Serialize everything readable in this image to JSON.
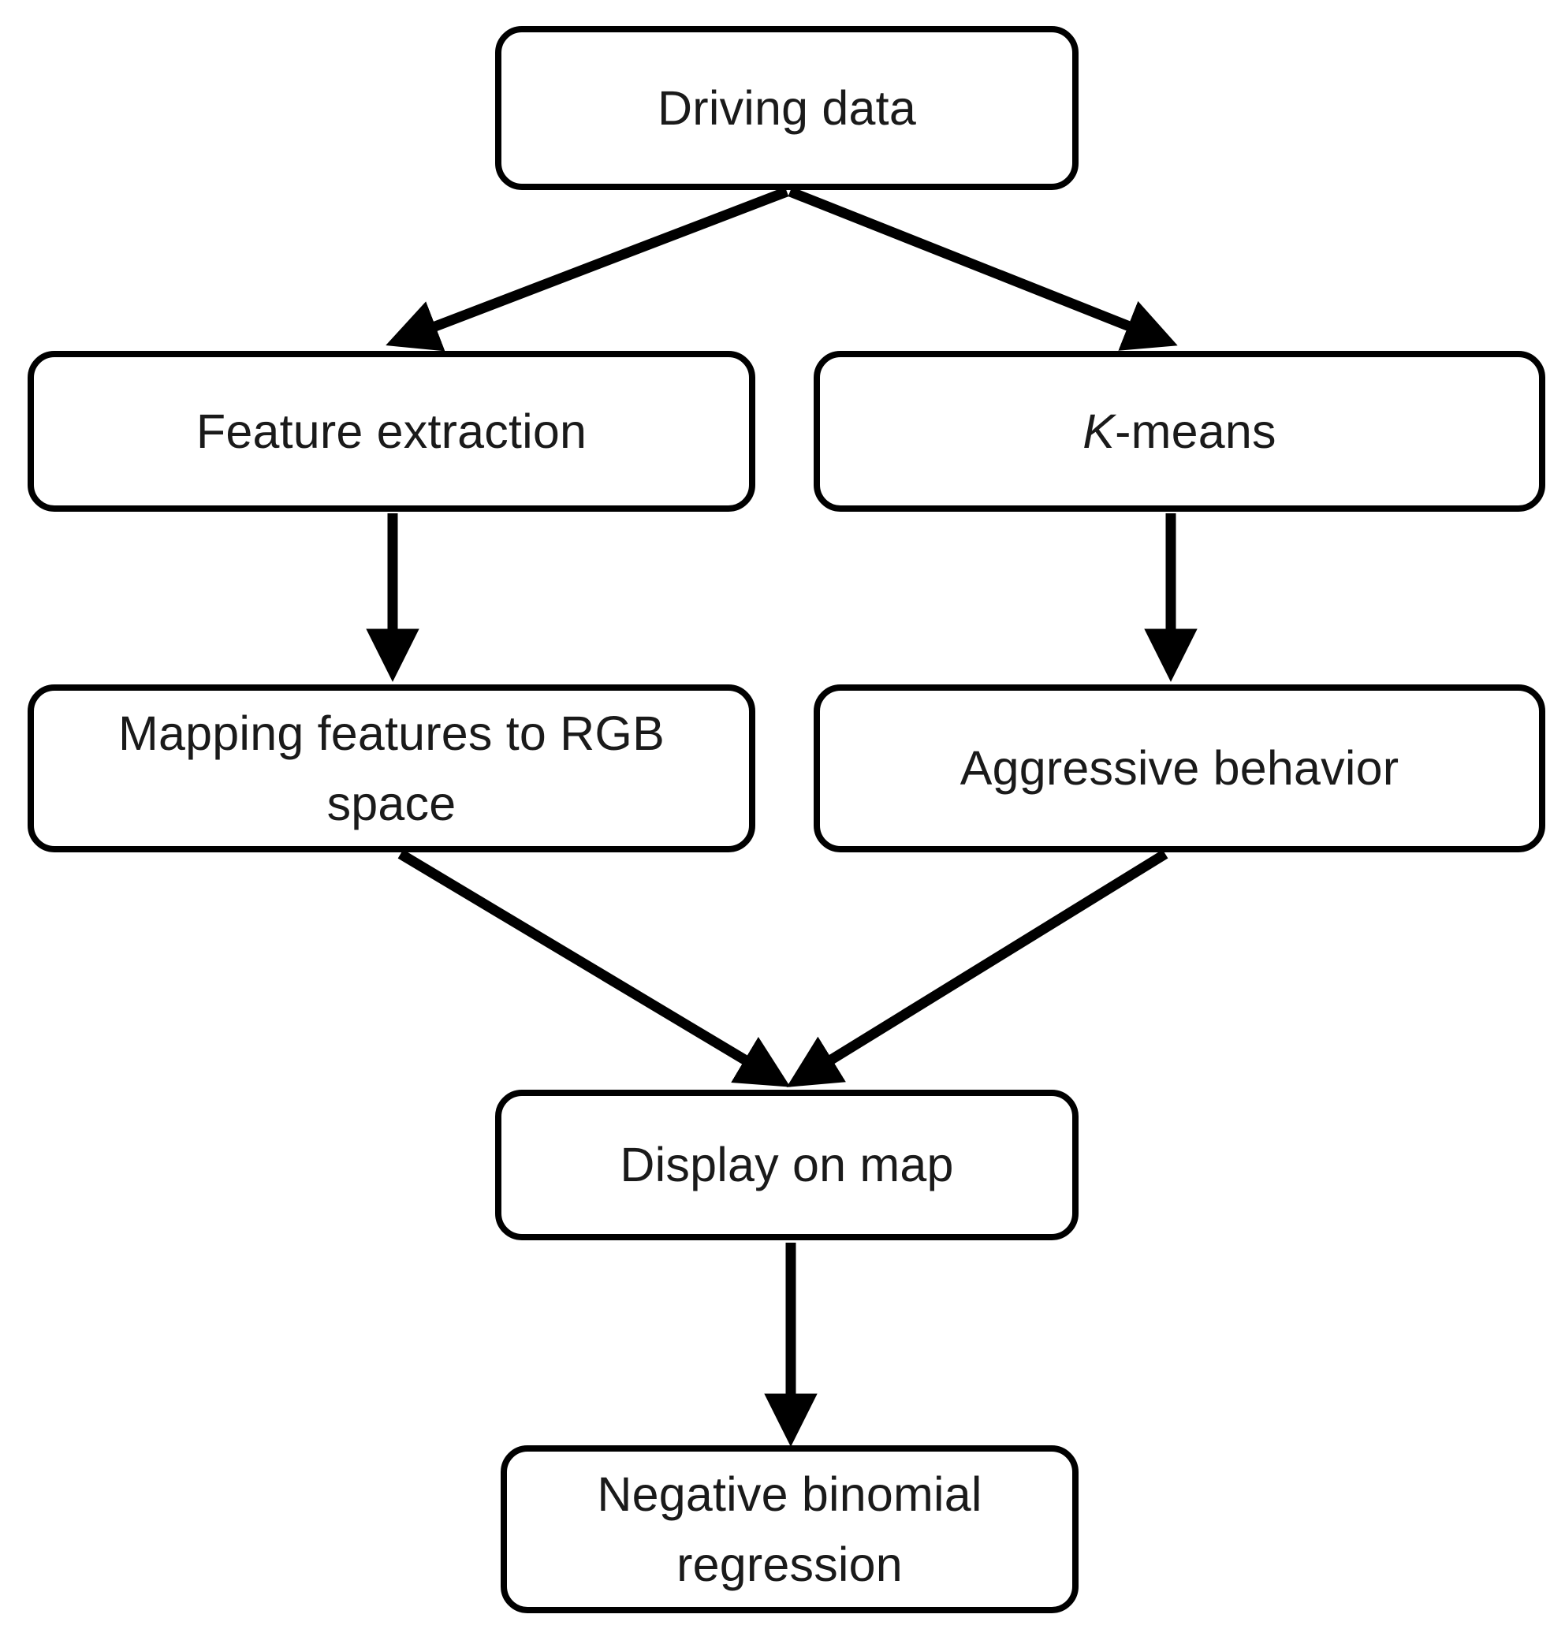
{
  "diagram": {
    "title": "Methodology flowchart",
    "background_color": "#ffffff",
    "line_color": "#000000",
    "text_color": "#1a1a1a",
    "nodes": [
      {
        "id": "driving-data",
        "label": "Driving data"
      },
      {
        "id": "feature-extraction",
        "label": "Feature extraction"
      },
      {
        "id": "kmeans",
        "label_prefix": "K",
        "label_suffix": "-means",
        "label": "K-means"
      },
      {
        "id": "mapping-rgb",
        "label": "Mapping features to RGB\nspace"
      },
      {
        "id": "aggressive",
        "label": "Aggressive behavior"
      },
      {
        "id": "display-map",
        "label": "Display on map"
      },
      {
        "id": "negative-binomial",
        "label": "Negative binomial\nregression"
      }
    ],
    "edges": [
      {
        "id": "driving-to-feature",
        "from": "driving-data",
        "to": "feature-extraction",
        "style": "diagonal-arrow"
      },
      {
        "id": "driving-to-kmeans",
        "from": "driving-data",
        "to": "kmeans",
        "style": "diagonal-arrow"
      },
      {
        "id": "feature-to-mapping",
        "from": "feature-extraction",
        "to": "mapping-rgb",
        "style": "vertical-arrow"
      },
      {
        "id": "kmeans-to-aggressive",
        "from": "kmeans",
        "to": "aggressive",
        "style": "vertical-arrow"
      },
      {
        "id": "mapping-to-display",
        "from": "mapping-rgb",
        "to": "display-map",
        "style": "diagonal-arrow"
      },
      {
        "id": "aggressive-to-display",
        "from": "aggressive",
        "to": "display-map",
        "style": "diagonal-arrow"
      },
      {
        "id": "display-to-negative",
        "from": "display-map",
        "to": "negative-binomial",
        "style": "vertical-arrow"
      }
    ]
  }
}
